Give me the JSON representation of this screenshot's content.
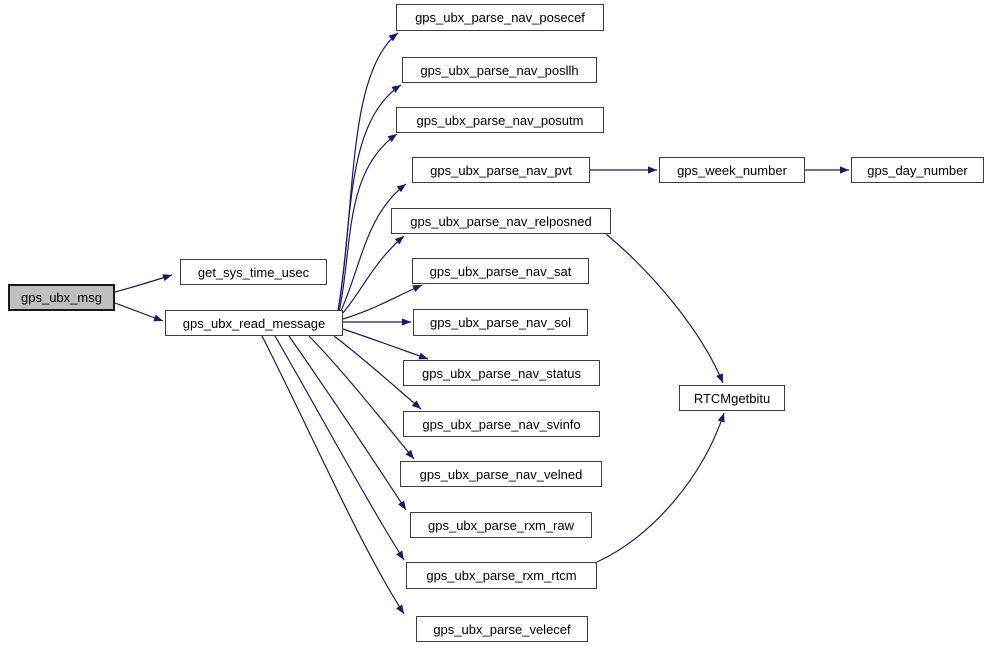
{
  "diagram": {
    "kind": "doxygen-call-graph",
    "colors": {
      "edge": "#191970",
      "node_border": "#3d3d3d",
      "node_fill": "#ffffff",
      "root_fill": "#bfbfbf",
      "text": "#000000",
      "background": "#ffffff"
    },
    "nodes": [
      {
        "id": "gps_ubx_msg",
        "label": "gps_ubx_msg",
        "highlighted": true
      },
      {
        "id": "get_sys_time_usec",
        "label": "get_sys_time_usec",
        "highlighted": false
      },
      {
        "id": "gps_ubx_read_message",
        "label": "gps_ubx_read_message",
        "highlighted": false
      },
      {
        "id": "gps_ubx_parse_nav_posecef",
        "label": "gps_ubx_parse_nav_posecef",
        "highlighted": false
      },
      {
        "id": "gps_ubx_parse_nav_posllh",
        "label": "gps_ubx_parse_nav_posllh",
        "highlighted": false
      },
      {
        "id": "gps_ubx_parse_nav_posutm",
        "label": "gps_ubx_parse_nav_posutm",
        "highlighted": false
      },
      {
        "id": "gps_ubx_parse_nav_pvt",
        "label": "gps_ubx_parse_nav_pvt",
        "highlighted": false
      },
      {
        "id": "gps_ubx_parse_nav_relposned",
        "label": "gps_ubx_parse_nav_relposned",
        "highlighted": false
      },
      {
        "id": "gps_ubx_parse_nav_sat",
        "label": "gps_ubx_parse_nav_sat",
        "highlighted": false
      },
      {
        "id": "gps_ubx_parse_nav_sol",
        "label": "gps_ubx_parse_nav_sol",
        "highlighted": false
      },
      {
        "id": "gps_ubx_parse_nav_status",
        "label": "gps_ubx_parse_nav_status",
        "highlighted": false
      },
      {
        "id": "gps_ubx_parse_nav_svinfo",
        "label": "gps_ubx_parse_nav_svinfo",
        "highlighted": false
      },
      {
        "id": "gps_ubx_parse_nav_velned",
        "label": "gps_ubx_parse_nav_velned",
        "highlighted": false
      },
      {
        "id": "gps_ubx_parse_rxm_raw",
        "label": "gps_ubx_parse_rxm_raw",
        "highlighted": false
      },
      {
        "id": "gps_ubx_parse_rxm_rtcm",
        "label": "gps_ubx_parse_rxm_rtcm",
        "highlighted": false
      },
      {
        "id": "gps_ubx_parse_velecef",
        "label": "gps_ubx_parse_velecef",
        "highlighted": false
      },
      {
        "id": "gps_week_number",
        "label": "gps_week_number",
        "highlighted": false
      },
      {
        "id": "gps_day_number",
        "label": "gps_day_number",
        "highlighted": false
      },
      {
        "id": "RTCMgetbitu",
        "label": "RTCMgetbitu",
        "highlighted": false
      }
    ],
    "edges": [
      {
        "from": "gps_ubx_msg",
        "to": "get_sys_time_usec"
      },
      {
        "from": "gps_ubx_msg",
        "to": "gps_ubx_read_message"
      },
      {
        "from": "gps_ubx_read_message",
        "to": "gps_ubx_parse_nav_posecef"
      },
      {
        "from": "gps_ubx_read_message",
        "to": "gps_ubx_parse_nav_posllh"
      },
      {
        "from": "gps_ubx_read_message",
        "to": "gps_ubx_parse_nav_posutm"
      },
      {
        "from": "gps_ubx_read_message",
        "to": "gps_ubx_parse_nav_pvt"
      },
      {
        "from": "gps_ubx_read_message",
        "to": "gps_ubx_parse_nav_relposned"
      },
      {
        "from": "gps_ubx_read_message",
        "to": "gps_ubx_parse_nav_sat"
      },
      {
        "from": "gps_ubx_read_message",
        "to": "gps_ubx_parse_nav_sol"
      },
      {
        "from": "gps_ubx_read_message",
        "to": "gps_ubx_parse_nav_status"
      },
      {
        "from": "gps_ubx_read_message",
        "to": "gps_ubx_parse_nav_svinfo"
      },
      {
        "from": "gps_ubx_read_message",
        "to": "gps_ubx_parse_nav_velned"
      },
      {
        "from": "gps_ubx_read_message",
        "to": "gps_ubx_parse_rxm_raw"
      },
      {
        "from": "gps_ubx_read_message",
        "to": "gps_ubx_parse_rxm_rtcm"
      },
      {
        "from": "gps_ubx_read_message",
        "to": "gps_ubx_parse_velecef"
      },
      {
        "from": "gps_ubx_parse_nav_pvt",
        "to": "gps_week_number"
      },
      {
        "from": "gps_week_number",
        "to": "gps_day_number"
      },
      {
        "from": "gps_ubx_parse_nav_relposned",
        "to": "RTCMgetbitu"
      },
      {
        "from": "gps_ubx_parse_rxm_rtcm",
        "to": "RTCMgetbitu"
      }
    ]
  }
}
